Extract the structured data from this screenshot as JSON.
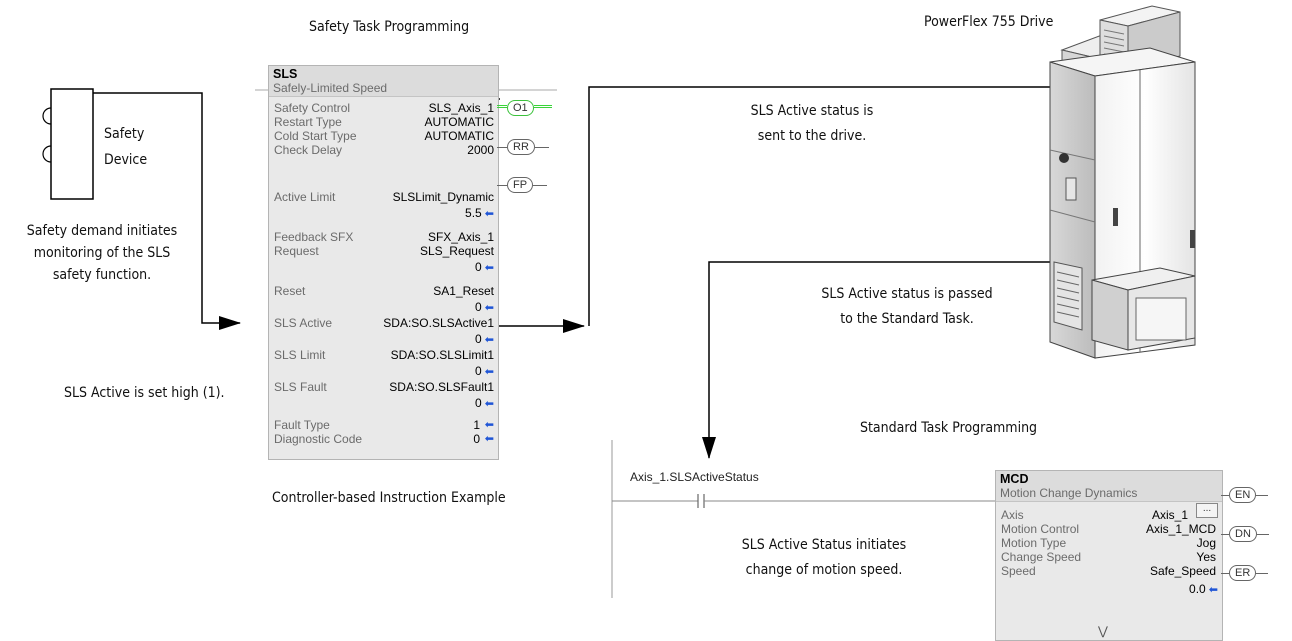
{
  "captions": {
    "safety_task": "Safety Task Programming",
    "drive_title": "PowerFlex 755 Drive",
    "safety_device": [
      "Safety",
      "Device"
    ],
    "safety_demand": [
      "Safety demand initiates",
      "monitoring of the SLS",
      "safety function."
    ],
    "sls_active_high": "SLS Active is set high (1).",
    "controller_example": "Controller-based Instruction Example",
    "sent_to_drive": [
      "SLS Active status is",
      "sent to the drive."
    ],
    "passed_to_standard": [
      "SLS Active status is passed",
      "to the Standard Task."
    ],
    "standard_task": "Standard Task Programming",
    "motion_speed": [
      "SLS Active Status initiates",
      "change of motion speed."
    ],
    "rung_tag": "Axis_1.SLSActiveStatus"
  },
  "sls_block": {
    "name": "SLS",
    "description": "Safely-Limited Speed",
    "rows": [
      {
        "label": "Safety Control",
        "value": "SLS_Axis_1"
      },
      {
        "label": "Restart Type",
        "value": "AUTOMATIC"
      },
      {
        "label": "Cold Start Type",
        "value": "AUTOMATIC"
      },
      {
        "label": "Check Delay",
        "value": "2000"
      },
      {
        "label": "Active Limit",
        "value": "SLSLimit_Dynamic"
      },
      {
        "label": "",
        "value": "5.5"
      },
      {
        "label": "Feedback SFX",
        "value": "SFX_Axis_1"
      },
      {
        "label": "Request",
        "value": "SLS_Request"
      },
      {
        "label": "",
        "value": "0"
      },
      {
        "label": "Reset",
        "value": "SA1_Reset"
      },
      {
        "label": "",
        "value": "0"
      },
      {
        "label": "SLS Active",
        "value": "SDA:SO.SLSActive1"
      },
      {
        "label": "",
        "value": "0"
      },
      {
        "label": "SLS Limit",
        "value": "SDA:SO.SLSLimit1"
      },
      {
        "label": "",
        "value": "0"
      },
      {
        "label": "SLS Fault",
        "value": "SDA:SO.SLSFault1"
      },
      {
        "label": "",
        "value": "0"
      },
      {
        "label": "Fault Type",
        "value": "1"
      },
      {
        "label": "Diagnostic Code",
        "value": "0"
      }
    ],
    "outputs": [
      "O1",
      "RR",
      "FP"
    ]
  },
  "mcd_block": {
    "name": "MCD",
    "description": "Motion Change Dynamics",
    "rows": [
      {
        "label": "Axis",
        "value": "Axis_1"
      },
      {
        "label": "Motion Control",
        "value": "Axis_1_MCD"
      },
      {
        "label": "Motion Type",
        "value": "Jog"
      },
      {
        "label": "Change Speed",
        "value": "Yes"
      },
      {
        "label": "Speed",
        "value": "Safe_Speed"
      },
      {
        "label": "",
        "value": "0.0"
      }
    ],
    "browse_label": "...",
    "outputs": [
      "EN",
      "DN",
      "ER"
    ]
  },
  "colors": {
    "wire": "#000000",
    "block_bg": "#e9e9e9",
    "active_pin": "#39d439",
    "value_arrow": "#1f55d6"
  }
}
